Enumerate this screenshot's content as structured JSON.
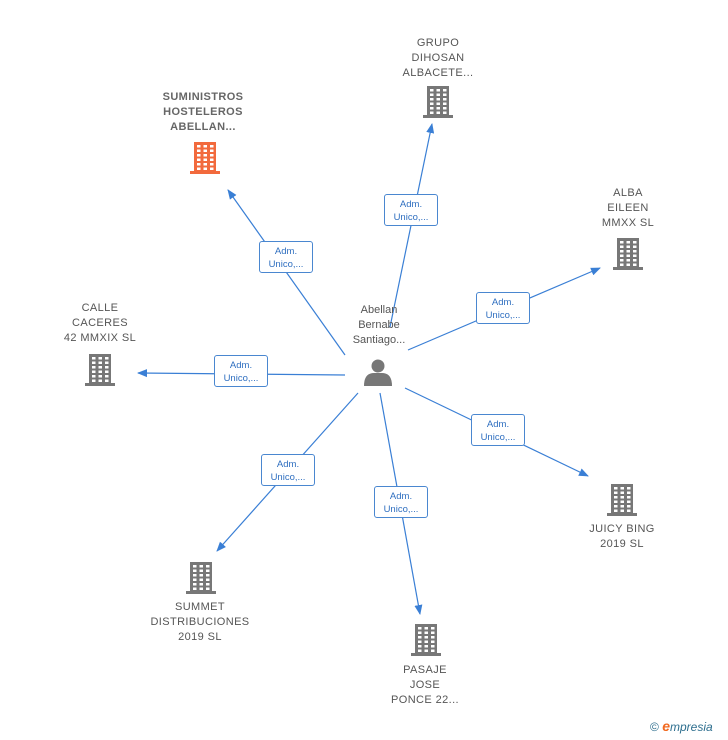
{
  "center": {
    "label": "Abellan\nBernabe\nSantiago..."
  },
  "nodes": [
    {
      "id": "suministros",
      "label": "SUMINISTROS\nHOSTELEROS\nABELLAN...",
      "highlight": true,
      "color": "#f26a3d"
    },
    {
      "id": "grupo",
      "label": "GRUPO\nDIHOSAN\nALBACETE...",
      "highlight": false,
      "color": "#777777"
    },
    {
      "id": "alba",
      "label": "ALBA\nEILEEN\nMMXX  SL",
      "highlight": false,
      "color": "#777777"
    },
    {
      "id": "calle",
      "label": "CALLE\nCACERES\n42 MMXIX  SL",
      "highlight": false,
      "color": "#777777"
    },
    {
      "id": "juicy",
      "label": "JUICY BING\n2019  SL",
      "highlight": false,
      "color": "#777777"
    },
    {
      "id": "summet",
      "label": "SUMMET\nDISTRIBUCIONES\n2019  SL",
      "highlight": false,
      "color": "#777777"
    },
    {
      "id": "pasaje",
      "label": "PASAJE\nJOSE\nPONCE 22...",
      "highlight": false,
      "color": "#777777"
    }
  ],
  "edges": [
    {
      "target": "suministros",
      "label": "Adm.\nUnico,..."
    },
    {
      "target": "grupo",
      "label": "Adm.\nUnico,..."
    },
    {
      "target": "alba",
      "label": "Adm.\nUnico,..."
    },
    {
      "target": "calle",
      "label": "Adm.\nUnico,..."
    },
    {
      "target": "juicy",
      "label": "Adm.\nUnico,..."
    },
    {
      "target": "summet",
      "label": "Adm.\nUnico,..."
    },
    {
      "target": "pasaje",
      "label": "Adm.\nUnico,..."
    }
  ],
  "colors": {
    "edge": "#3a7fd5",
    "person": "#777777",
    "building": "#777777",
    "highlight": "#f26a3d"
  },
  "footer": {
    "copyright": "©",
    "brand_initial": "e",
    "brand_rest": "mpresia"
  }
}
